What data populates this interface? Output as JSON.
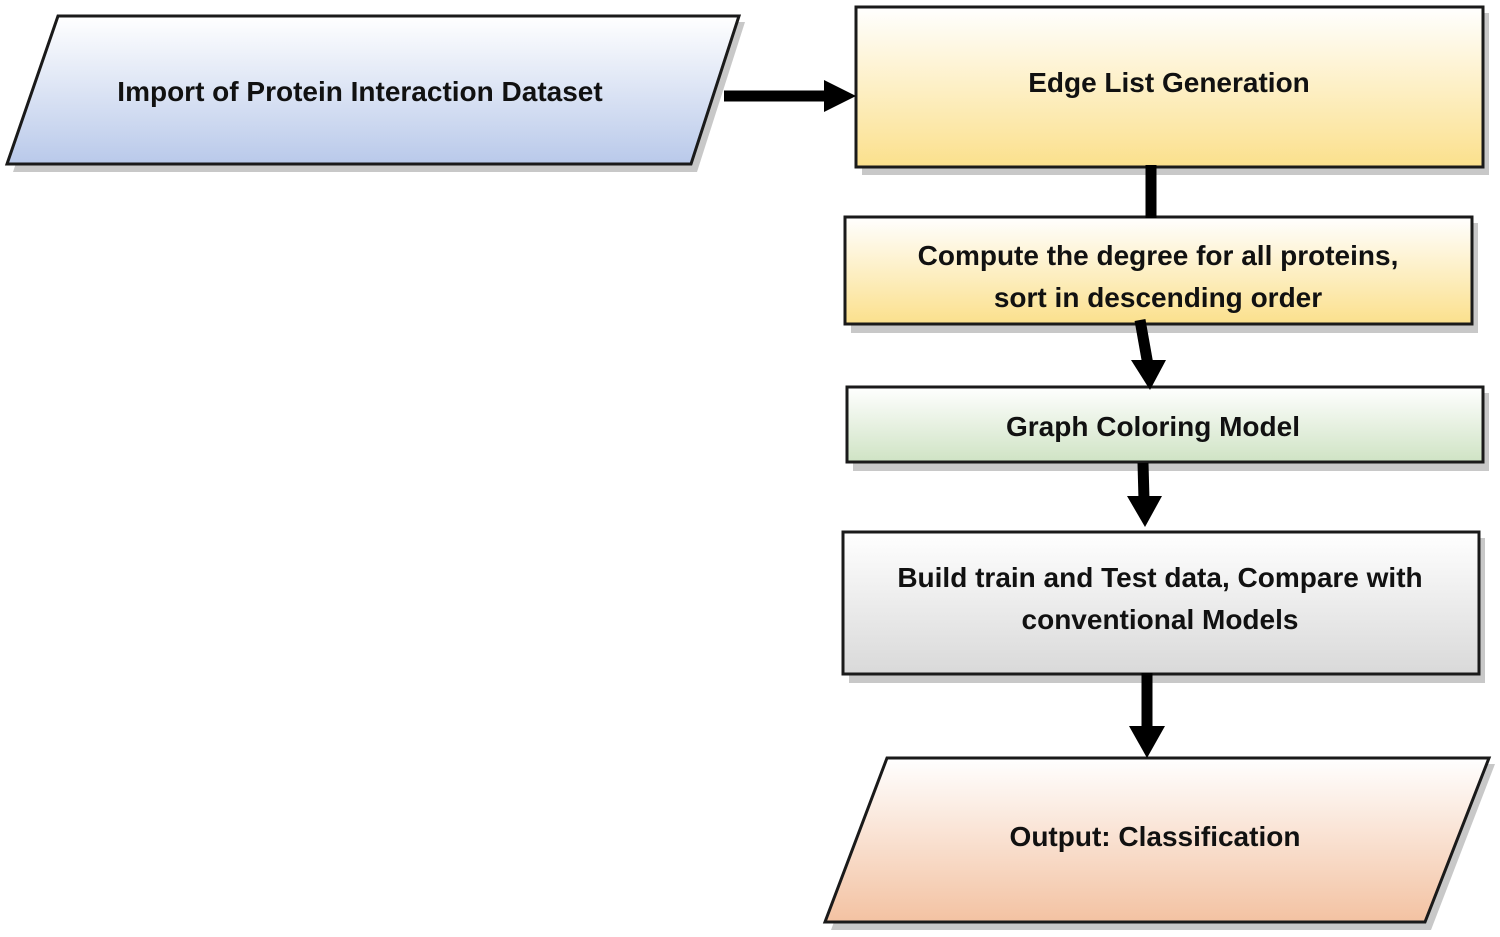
{
  "nodes": {
    "import_dataset": {
      "label": "Import of Protein Interaction Dataset",
      "shape": "parallelogram",
      "fill_top": "#ffffff",
      "fill_bottom": "#b9c9ea"
    },
    "edge_list": {
      "label": "Edge List Generation",
      "shape": "rectangle",
      "fill_top": "#ffffff",
      "fill_bottom": "#fbe08c"
    },
    "compute_degree": {
      "line1": "Compute the degree for all proteins,",
      "line2": "sort in descending order",
      "shape": "rectangle",
      "fill_top": "#ffffff",
      "fill_bottom": "#fbe08c"
    },
    "graph_coloring": {
      "label": "Graph Coloring Model",
      "shape": "rectangle",
      "fill_top": "#ffffff",
      "fill_bottom": "#cfe3c4"
    },
    "build_train_test": {
      "line1": "Build train and Test data, Compare with",
      "line2": "conventional Models",
      "shape": "rectangle",
      "fill_top": "#ffffff",
      "fill_bottom": "#d9d9d9"
    },
    "output": {
      "label": "Output: Classification",
      "shape": "parallelogram",
      "fill_top": "#ffffff",
      "fill_bottom": "#f3c2a2"
    }
  },
  "edges": [
    {
      "from": "import_dataset",
      "to": "edge_list"
    },
    {
      "from": "edge_list",
      "to": "compute_degree"
    },
    {
      "from": "compute_degree",
      "to": "graph_coloring"
    },
    {
      "from": "graph_coloring",
      "to": "build_train_test"
    },
    {
      "from": "build_train_test",
      "to": "output"
    }
  ]
}
